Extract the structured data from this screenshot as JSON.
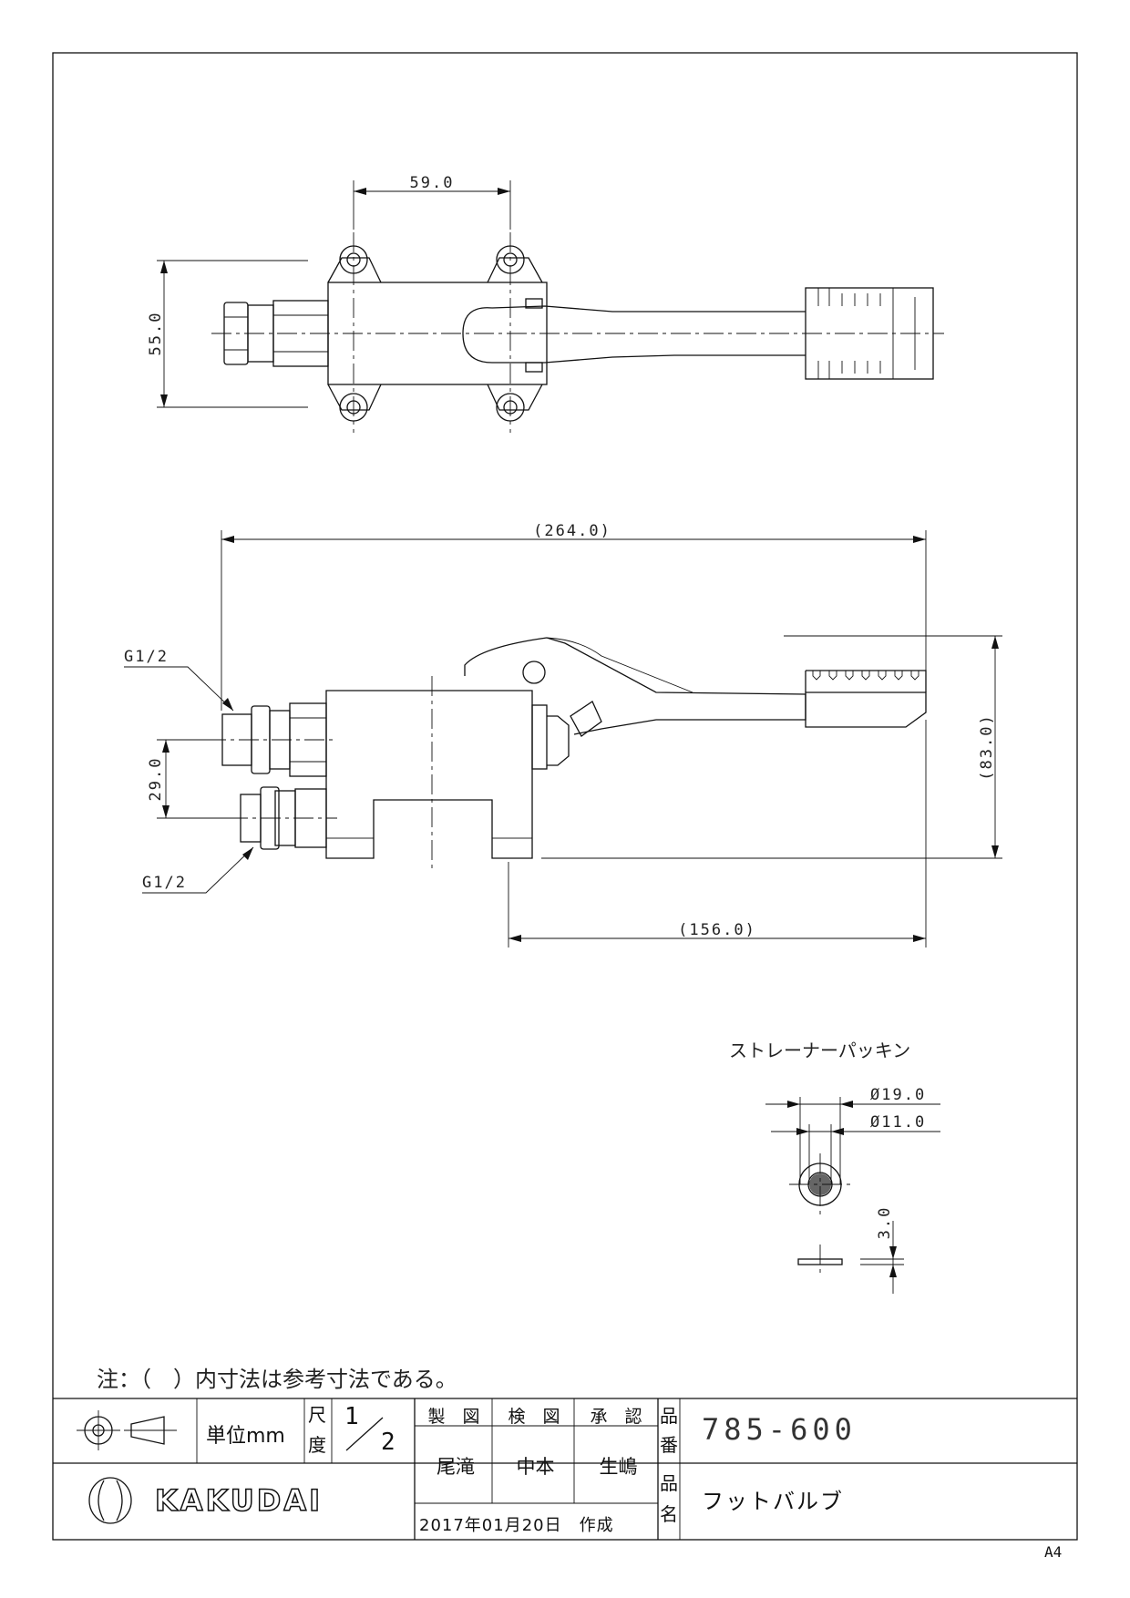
{
  "dimensions": {
    "top_width": "59.0",
    "top_height": "55.0",
    "overall_length": "(264.0)",
    "overall_height": "(83.0)",
    "pedal_length": "(156.0)",
    "port_spacing": "29.0",
    "thread_upper": "G1/2",
    "thread_lower": "G1/2"
  },
  "strainer": {
    "title": "ストレーナーパッキン",
    "outer_dia": "Ø19.0",
    "inner_dia": "Ø11.0",
    "thickness": "3.0"
  },
  "note": "注：（　）内寸法は参考寸法である。",
  "title_block": {
    "unit_label": "単位mm",
    "scale_label_1": "尺",
    "scale_label_2": "度",
    "scale_num": "1",
    "scale_den": "2",
    "drawn_label": "製　図",
    "checked_label": "検　図",
    "approved_label": "承　認",
    "drawn_by": "尾滝",
    "checked_by": "中本",
    "approved_by": "生嶋",
    "date": "2017年01月20日　作成",
    "part_no_label_1": "品",
    "part_no_label_2": "番",
    "part_no": "785-600",
    "part_name_label_1": "品",
    "part_name_label_2": "名",
    "part_name": "フットバルブ",
    "company": "KAKUDAI"
  },
  "sheet_size": "A4"
}
